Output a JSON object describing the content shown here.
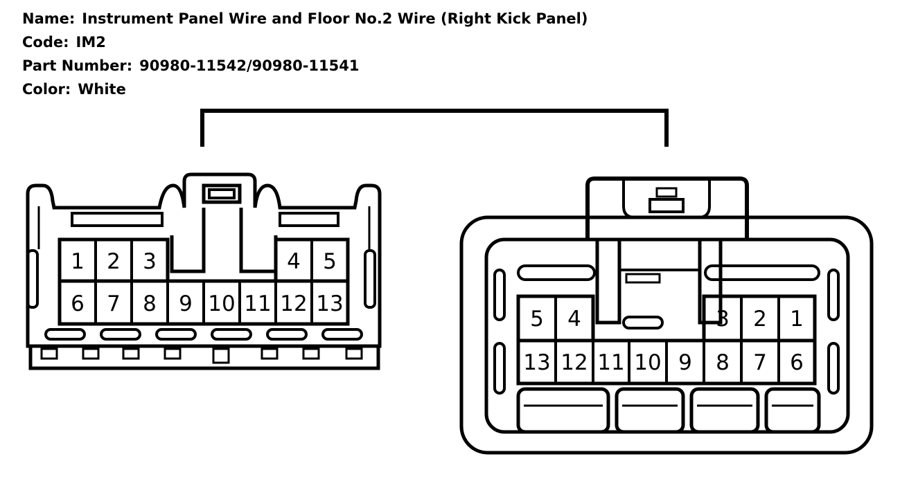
{
  "info": {
    "name_label": "Name:",
    "name_value": "Instrument Panel Wire and Floor No.2 Wire (Right Kick Panel)",
    "code_label": "Code:",
    "code_value": "IM2",
    "part_label": "Part Number:",
    "part_value": "90980-11542/90980-11541",
    "color_label": "Color:",
    "color_value": "White"
  },
  "left_connector": {
    "top_row": [
      "1",
      "2",
      "3",
      "4",
      "5"
    ],
    "bottom_row": [
      "6",
      "7",
      "8",
      "9",
      "10",
      "11",
      "12",
      "13"
    ]
  },
  "right_connector": {
    "top_row": [
      "5",
      "4",
      "3",
      "2",
      "1"
    ],
    "bottom_row": [
      "13",
      "12",
      "11",
      "10",
      "9",
      "8",
      "7",
      "6"
    ]
  }
}
